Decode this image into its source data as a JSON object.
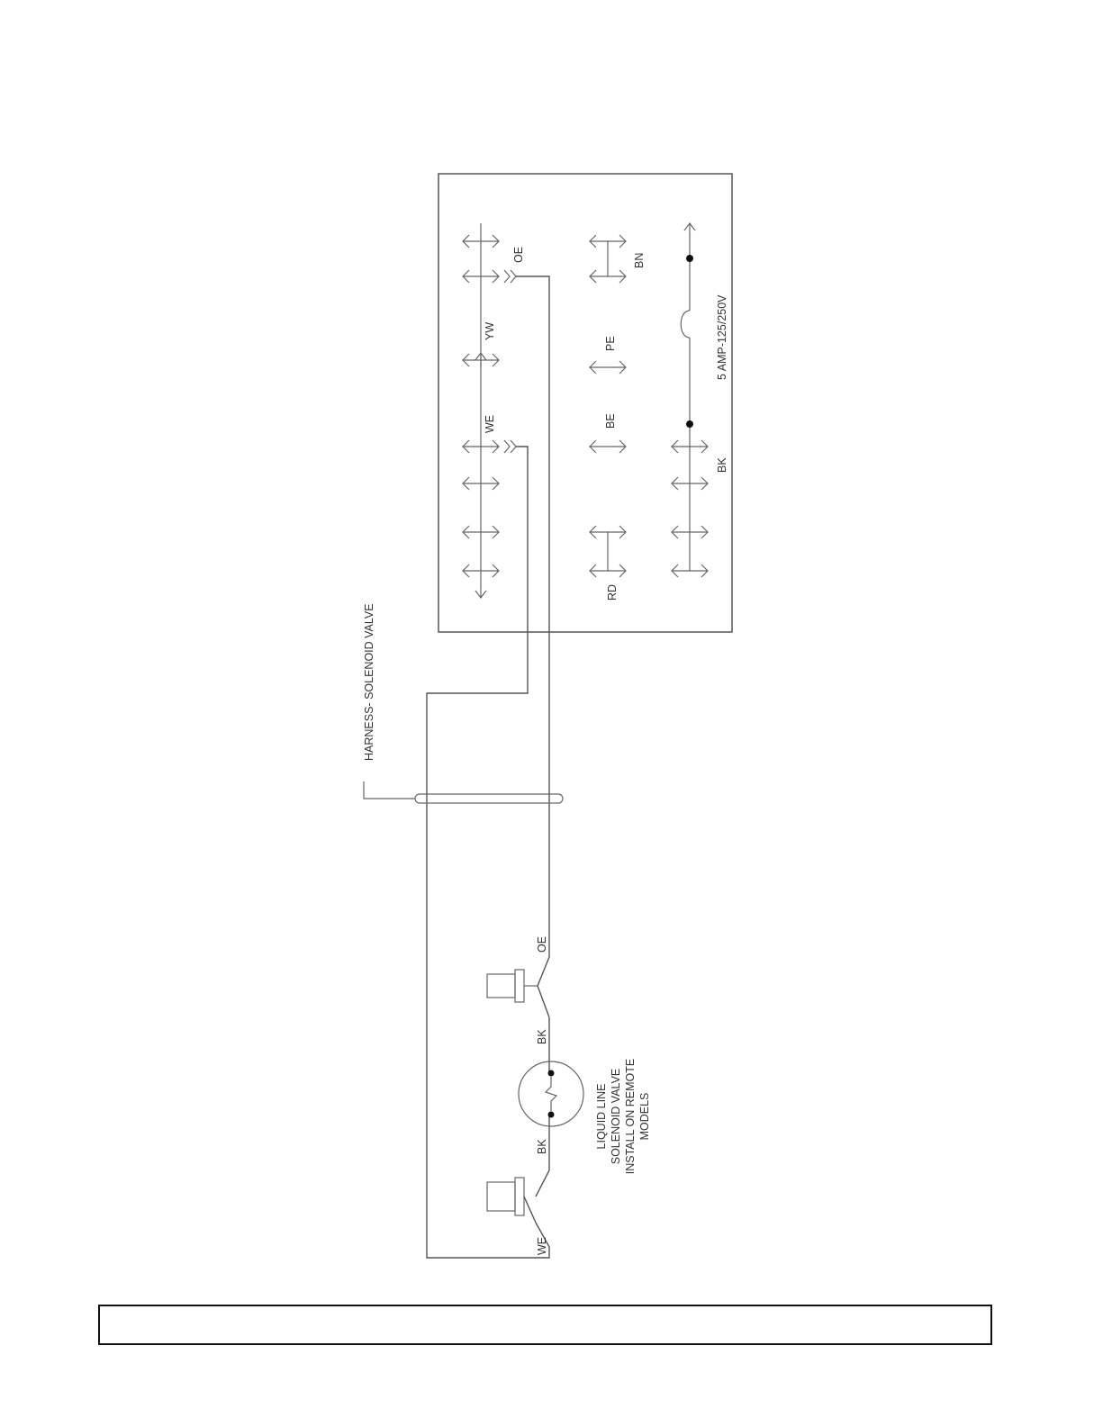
{
  "diagram": {
    "harness_label": "HARNESS- SOLENOID VALVE",
    "terminal_labels": {
      "oe": "OE",
      "yw": "YW",
      "we": "WE",
      "bn": "BN",
      "pe": "PE",
      "be": "BE",
      "rd": "RD",
      "bk": "BK"
    },
    "fuse_label": "5 AMP-125/250V",
    "valve_wire_labels": {
      "oe": "OE",
      "bk_upper": "BK",
      "bk_lower": "BK",
      "we": "WE"
    },
    "valve_caption": [
      "LIQUID LINE",
      "SOLENOID VALVE",
      "INSTALL ON REMOTE",
      "MODELS"
    ]
  },
  "footer": {
    "text": ""
  }
}
